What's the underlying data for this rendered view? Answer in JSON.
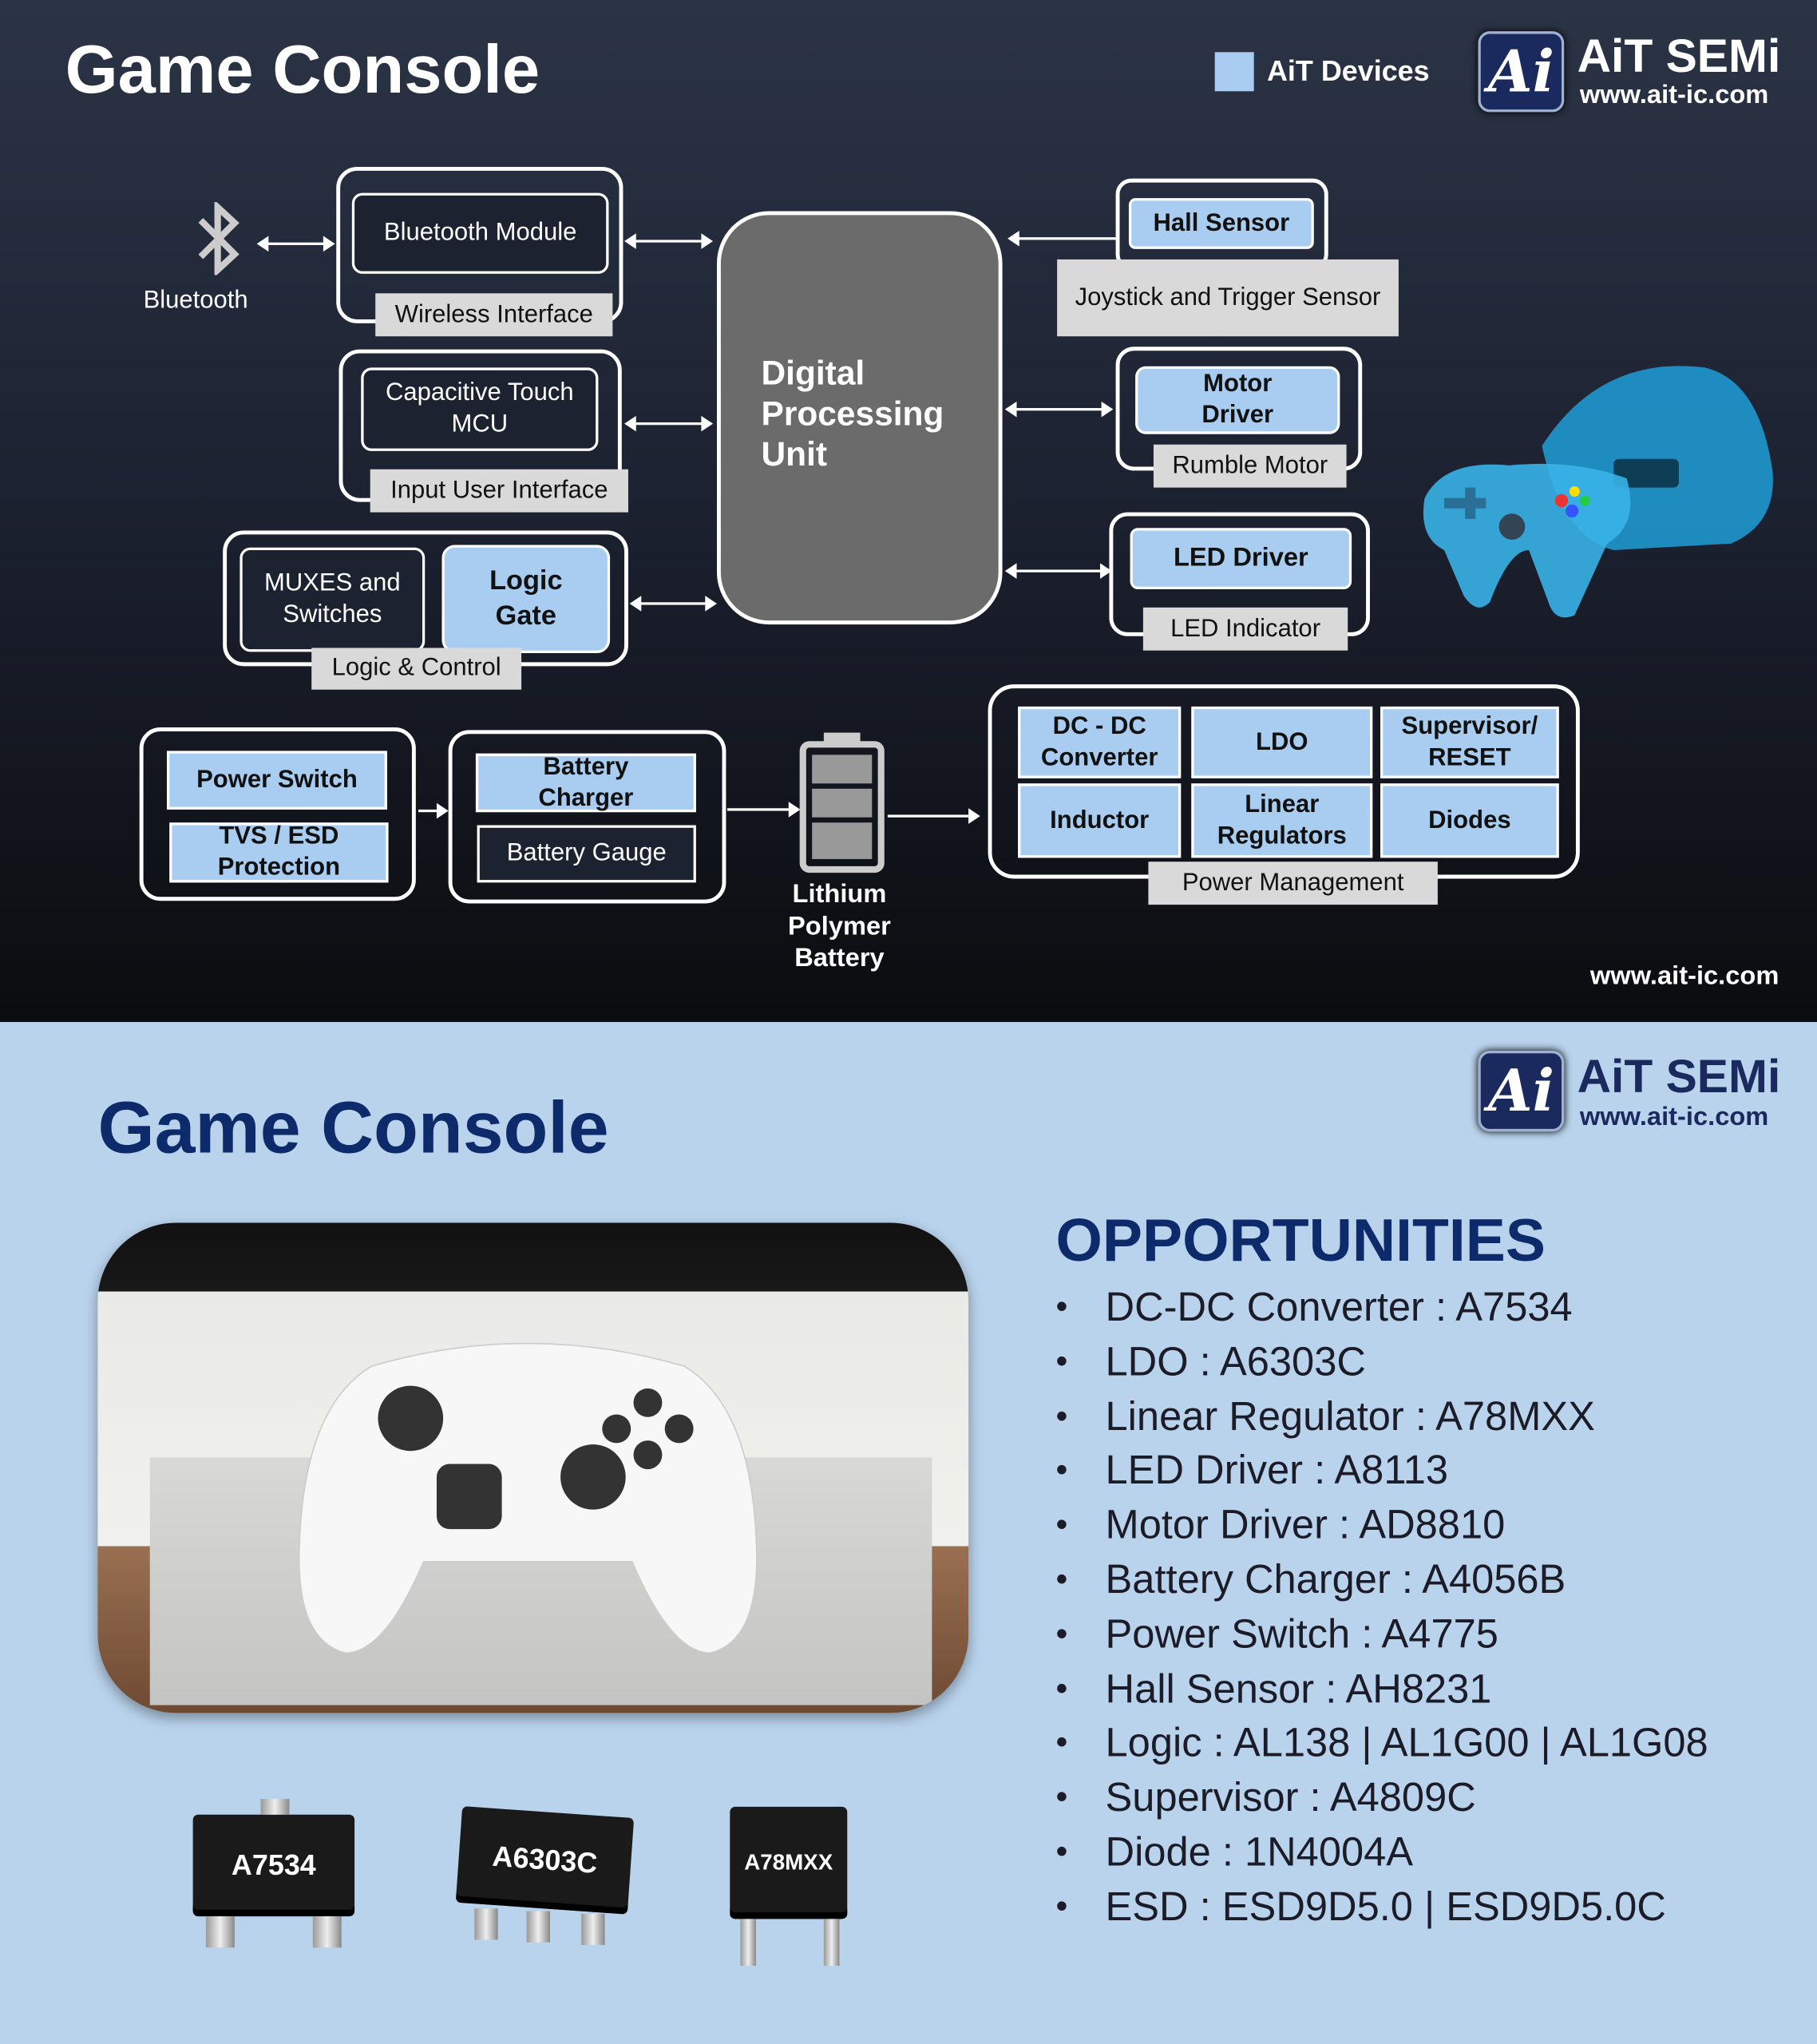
{
  "top": {
    "title": "Game Console",
    "legend": {
      "label": "AiT Devices",
      "color": "#a8cdf0"
    },
    "brand": {
      "name": "AiT SEMi",
      "url": "www.ait-ic.com",
      "logo_text": "Ai"
    },
    "footer_url": "www.ait-ic.com",
    "bluetooth_label": "Bluetooth",
    "dpu": "Digital Processing Unit",
    "wireless": {
      "module": "Bluetooth Module",
      "label": "Wireless Interface"
    },
    "input": {
      "module": "Capacitive Touch MCU",
      "label": "Input User Interface"
    },
    "logic": {
      "muxes": "MUXES and Switches",
      "gate": "Logic Gate",
      "label": "Logic & Control"
    },
    "hall": {
      "device": "Hall Sensor",
      "label": "Joystick and Trigger Sensor"
    },
    "motor": {
      "device": "Motor Driver",
      "label": "Rumble Motor"
    },
    "led": {
      "device": "LED Driver",
      "label": "LED Indicator"
    },
    "power_switch": {
      "switch": "Power Switch",
      "tvs": "TVS / ESD Protection"
    },
    "battery": {
      "charger": "Battery Charger",
      "gauge": "Battery Gauge",
      "cell": "Lithium Polymer Battery"
    },
    "power_mgmt": {
      "cells": [
        "DC - DC Converter",
        "LDO",
        "Supervisor/ RESET",
        "Inductor",
        "Linear Regulators",
        "Diodes"
      ],
      "label": "Power Management"
    }
  },
  "bottom": {
    "title": "Game Console",
    "brand": {
      "name": "AiT SEMi",
      "url": "www.ait-ic.com",
      "logo_text": "Ai"
    },
    "opportunities_title": "OPPORTUNITIES",
    "opportunities": [
      "DC-DC Converter : A7534",
      "LDO : A6303C",
      "Linear Regulator : A78MXX",
      "LED Driver : A8113",
      "Motor Driver : AD8810",
      "Battery Charger : A4056B",
      "Power Switch : A4775",
      "Hall Sensor : AH8231",
      "Logic : AL138 | AL1G00 | AL1G08",
      "Supervisor : A4809C",
      "Diode : 1N4004A",
      "ESD : ESD9D5.0 | ESD9D5.0C"
    ],
    "chips": [
      "A7534",
      "A6303C",
      "A78MXX"
    ]
  }
}
